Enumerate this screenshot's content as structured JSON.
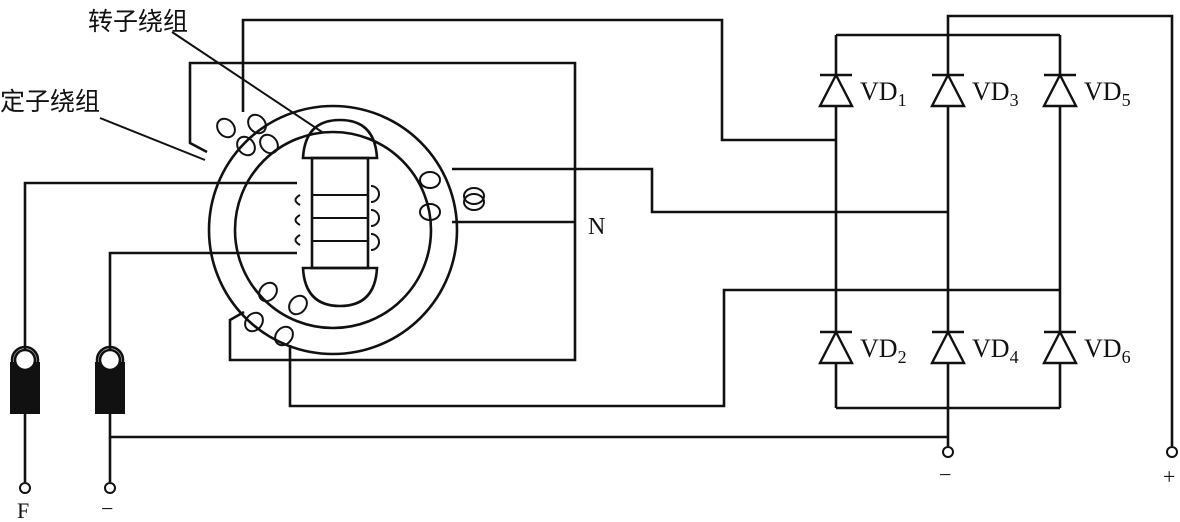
{
  "labels": {
    "rotor_winding": "转子绕组",
    "stator_winding": "定子绕组",
    "neutral": "N",
    "terminal_f": "F",
    "terminal_neg_left": "−",
    "terminal_neg_right": "−",
    "terminal_pos": "+"
  },
  "diodes": [
    {
      "base": "VD",
      "sub": "1"
    },
    {
      "base": "VD",
      "sub": "3"
    },
    {
      "base": "VD",
      "sub": "5"
    },
    {
      "base": "VD",
      "sub": "2"
    },
    {
      "base": "VD",
      "sub": "4"
    },
    {
      "base": "VD",
      "sub": "6"
    }
  ]
}
